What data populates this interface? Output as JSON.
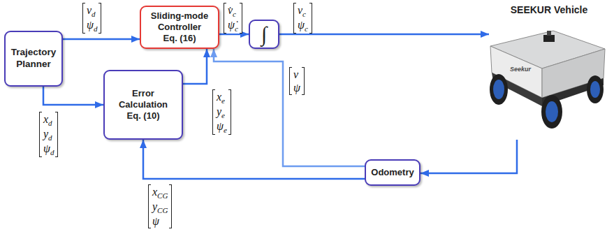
{
  "diagram": {
    "nodes": [
      {
        "text": [
          "Trajectory Planner"
        ]
      },
      {
        "text": [
          "Sliding-mode Controller Eq. (16)"
        ]
      },
      {
        "text": [
          "∫"
        ]
      },
      {
        "text": [
          "SEEKUR Vehicle",
          "Seekur"
        ]
      },
      {
        "text": [
          "Error Calculation Eq. (10)"
        ]
      },
      {
        "text": [
          "Odometry"
        ]
      }
    ],
    "edges": [
      {
        "from": 0,
        "to": 1,
        "arrow": "to",
        "label": "vd ψd"
      },
      {
        "from": 0,
        "to": 4,
        "arrow": "to",
        "label": "xd yd ψd"
      },
      {
        "from": 4,
        "to": 1,
        "arrow": "to",
        "label": "xe ye ψe"
      },
      {
        "from": 1,
        "to": 2,
        "arrow": "to",
        "label": "v̇c ψ̇c"
      },
      {
        "from": 2,
        "to": 3,
        "arrow": "to",
        "label": "vc ψc"
      },
      {
        "from": 3,
        "to": 5,
        "arrow": "to"
      },
      {
        "from": 5,
        "to": 1,
        "arrow": "to",
        "label": "v ψ"
      },
      {
        "from": 5,
        "to": 4,
        "arrow": "to",
        "label": "xCG yCG ψ"
      }
    ]
  }
}
